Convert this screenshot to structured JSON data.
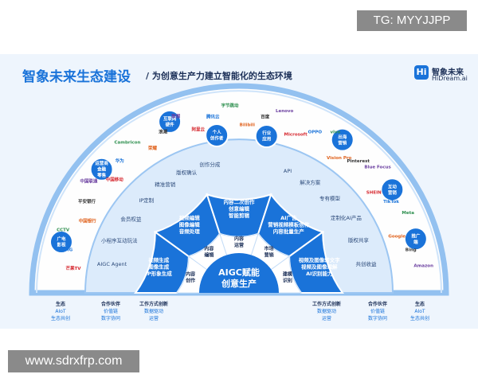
{
  "watermarks": {
    "top": "TG: MYYJJPP",
    "bottom": "www.sdrxfrp.com"
  },
  "header": {
    "title": "智象未来生态建设",
    "subtitle": "/ 为创意生产力建立智能化的生态环境",
    "logo_cn": "智象未来",
    "logo_en": "HiDream.ai",
    "logo_mark": "Hi"
  },
  "center": {
    "line1": "AIGC赋能",
    "line2": "创意生产"
  },
  "inner_ring": [
    {
      "label": "内容创作"
    },
    {
      "label": "内容编辑"
    },
    {
      "label": "内容运营"
    },
    {
      "label": "市场营销"
    },
    {
      "label": "建模识别"
    }
  ],
  "main_ring": [
    {
      "lines": [
        "视频生成",
        "图像生成",
        "IP形象生成"
      ]
    },
    {
      "lines": [
        "视频编辑",
        "图像编辑",
        "音频处理"
      ]
    },
    {
      "lines": [
        "内容二次创作",
        "创意编辑",
        "智能剪辑"
      ]
    },
    {
      "lines": [
        "AI广告",
        "营销视频模板创作",
        "内容批量生产"
      ]
    },
    {
      "lines": [
        "视频及图像转文字",
        "视频及图像理解",
        "AI识别能力"
      ]
    }
  ],
  "outer_ring": {
    "left": [
      "AIGC Agent",
      "小程序互动玩法",
      "会员权益",
      "IP定制",
      "精准营销",
      "版权确认",
      "创作分成"
    ],
    "right": [
      "API",
      "解决方案",
      "专有模型",
      "定制化AI产品",
      "版权共享",
      "共创收益"
    ]
  },
  "badges": [
    {
      "lines": [
        "广电",
        "影视"
      ]
    },
    {
      "lines": [
        "运营商",
        "金融",
        "零售"
      ]
    },
    {
      "lines": [
        "互联网",
        "硬件"
      ]
    },
    {
      "lines": [
        "个人",
        "创作者"
      ]
    },
    {
      "lines": [
        "行业",
        "应用"
      ]
    },
    {
      "lines": [
        "出海",
        "营销"
      ]
    },
    {
      "lines": [
        "互动",
        "营销"
      ]
    },
    {
      "lines": [
        "推广",
        "端"
      ]
    }
  ],
  "partners": [
    "芒果TV",
    "CMG",
    "CCTV",
    "中国银行",
    "平安银行",
    "中国联通",
    "中国移动",
    "华为",
    "Cambricon",
    "荣耀",
    "浪潮",
    "联想",
    "阿里云",
    "腾讯云",
    "字节跳动",
    "Bilibili",
    "百度",
    "Lenovo",
    "Microsoft",
    "OPPO",
    "vivo",
    "Vision Pro",
    "Pinterest",
    "Blue Focus",
    "SHEIN",
    "TikTok",
    "Meta",
    "Google",
    "Bing",
    "Amazon"
  ],
  "footer": {
    "left": [
      [
        "生态",
        "AIoT",
        "生态共创"
      ],
      [
        "合作伙伴",
        "价值链",
        "数字协同"
      ],
      [
        "工作方式创新",
        "数据驱动",
        "运营"
      ]
    ],
    "right": [
      [
        "工作方式创新",
        "数据驱动",
        "运营"
      ],
      [
        "合作伙伴",
        "价值链",
        "数字协同"
      ],
      [
        "生态",
        "AIoT",
        "生态共创"
      ]
    ]
  }
}
